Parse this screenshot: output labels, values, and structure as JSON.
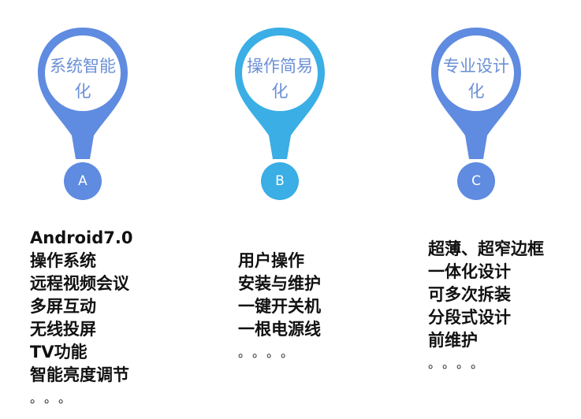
{
  "features": [
    {
      "title": "系统智能化",
      "letter": "A",
      "color": "#5f8be0",
      "items": [
        "Android7.0",
        "操作系统",
        "远程视频会议",
        "多屏互动",
        "无线投屏",
        "TV功能",
        "智能亮度调节"
      ],
      "ellipsis": "。。。"
    },
    {
      "title": "操作简易化",
      "letter": "B",
      "color": "#3aaee5",
      "items": [
        "用户操作",
        "安装与维护",
        "一键开关机",
        "一根电源线"
      ],
      "ellipsis": "。。。。"
    },
    {
      "title": "专业设计化",
      "letter": "C",
      "color": "#5f8be0",
      "items": [
        "超薄、超窄边框",
        "一体化设计",
        "可多次拆装",
        "分段式设计",
        "前维护"
      ],
      "ellipsis": "。。。。"
    }
  ]
}
